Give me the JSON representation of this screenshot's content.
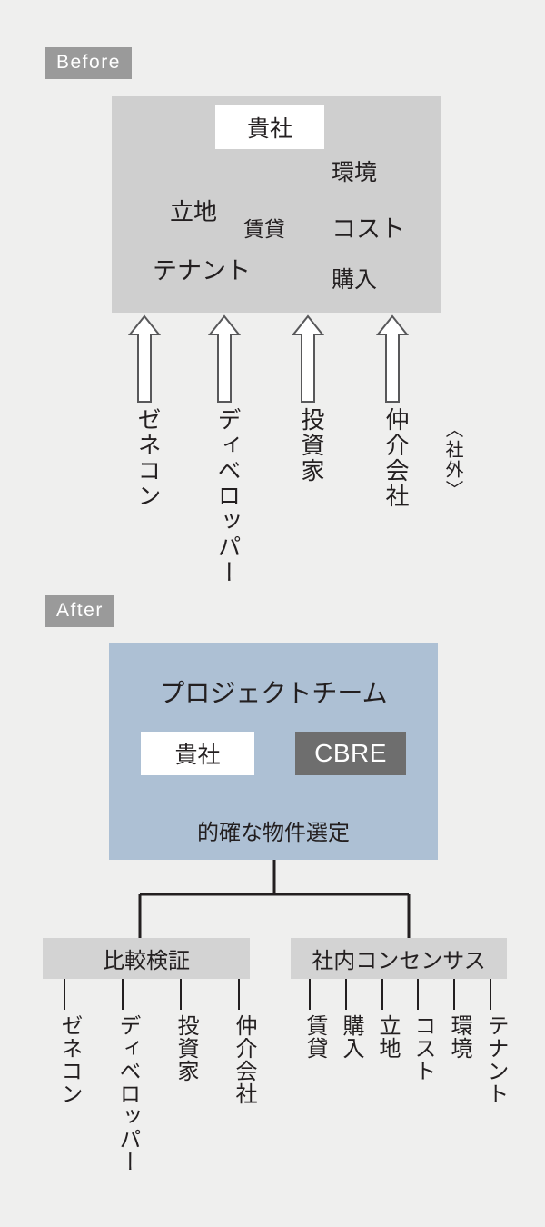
{
  "sections": {
    "before": {
      "tag_label": "Before",
      "panel": {
        "company_label": "貴社",
        "keywords": [
          {
            "id": "ritchi",
            "text": "立地"
          },
          {
            "id": "chintai",
            "text": "賃貸"
          },
          {
            "id": "tenant",
            "text": "テナント"
          },
          {
            "id": "kankyo",
            "text": "環境"
          },
          {
            "id": "cost",
            "text": "コスト"
          },
          {
            "id": "konyu",
            "text": "購入"
          }
        ]
      },
      "arrows": [
        {
          "id": "arrow-1",
          "icon": "up-arrow-icon"
        },
        {
          "id": "arrow-2",
          "icon": "up-arrow-icon"
        },
        {
          "id": "arrow-3",
          "icon": "up-arrow-icon"
        },
        {
          "id": "arrow-4",
          "icon": "up-arrow-icon"
        }
      ],
      "actors": [
        {
          "id": "zenecon",
          "text": "ゼネコン"
        },
        {
          "id": "developer",
          "text": "ディベロッパー"
        },
        {
          "id": "toshika",
          "text": "投資家"
        },
        {
          "id": "chukai",
          "text": "仲介会社"
        }
      ],
      "external_note": "〈社外〉"
    },
    "after": {
      "tag_label": "After",
      "panel": {
        "team_title": "プロジェクトチーム",
        "company_label": "貴社",
        "partner_label": "CBRE",
        "subtitle": "的確な物件選定"
      },
      "branches": [
        {
          "id": "hikaku-kensho",
          "label": "比較検証",
          "items": [
            {
              "id": "zenecon",
              "text": "ゼネコン"
            },
            {
              "id": "developer",
              "text": "ディベロッパー"
            },
            {
              "id": "toshika",
              "text": "投資家"
            },
            {
              "id": "chukai",
              "text": "仲介会社"
            }
          ]
        },
        {
          "id": "shanai-consensus",
          "label": "社内コンセンサス",
          "items": [
            {
              "id": "chintai",
              "text": "賃貸"
            },
            {
              "id": "konyu",
              "text": "購入"
            },
            {
              "id": "ritchi",
              "text": "立地"
            },
            {
              "id": "cost",
              "text": "コスト"
            },
            {
              "id": "kankyo",
              "text": "環境"
            },
            {
              "id": "tenant",
              "text": "テナント"
            }
          ]
        }
      ]
    }
  },
  "colors": {
    "page_background": "#efefee",
    "before_panel": "#cfcfcf",
    "after_panel": "#adc0d4",
    "branch_box": "#d3d3d3",
    "tag_chip": "#9a9a9a",
    "partner_box": "#6e6e6e",
    "company_box": "#ffffff",
    "text": "#231f20",
    "line": "#231f20"
  }
}
